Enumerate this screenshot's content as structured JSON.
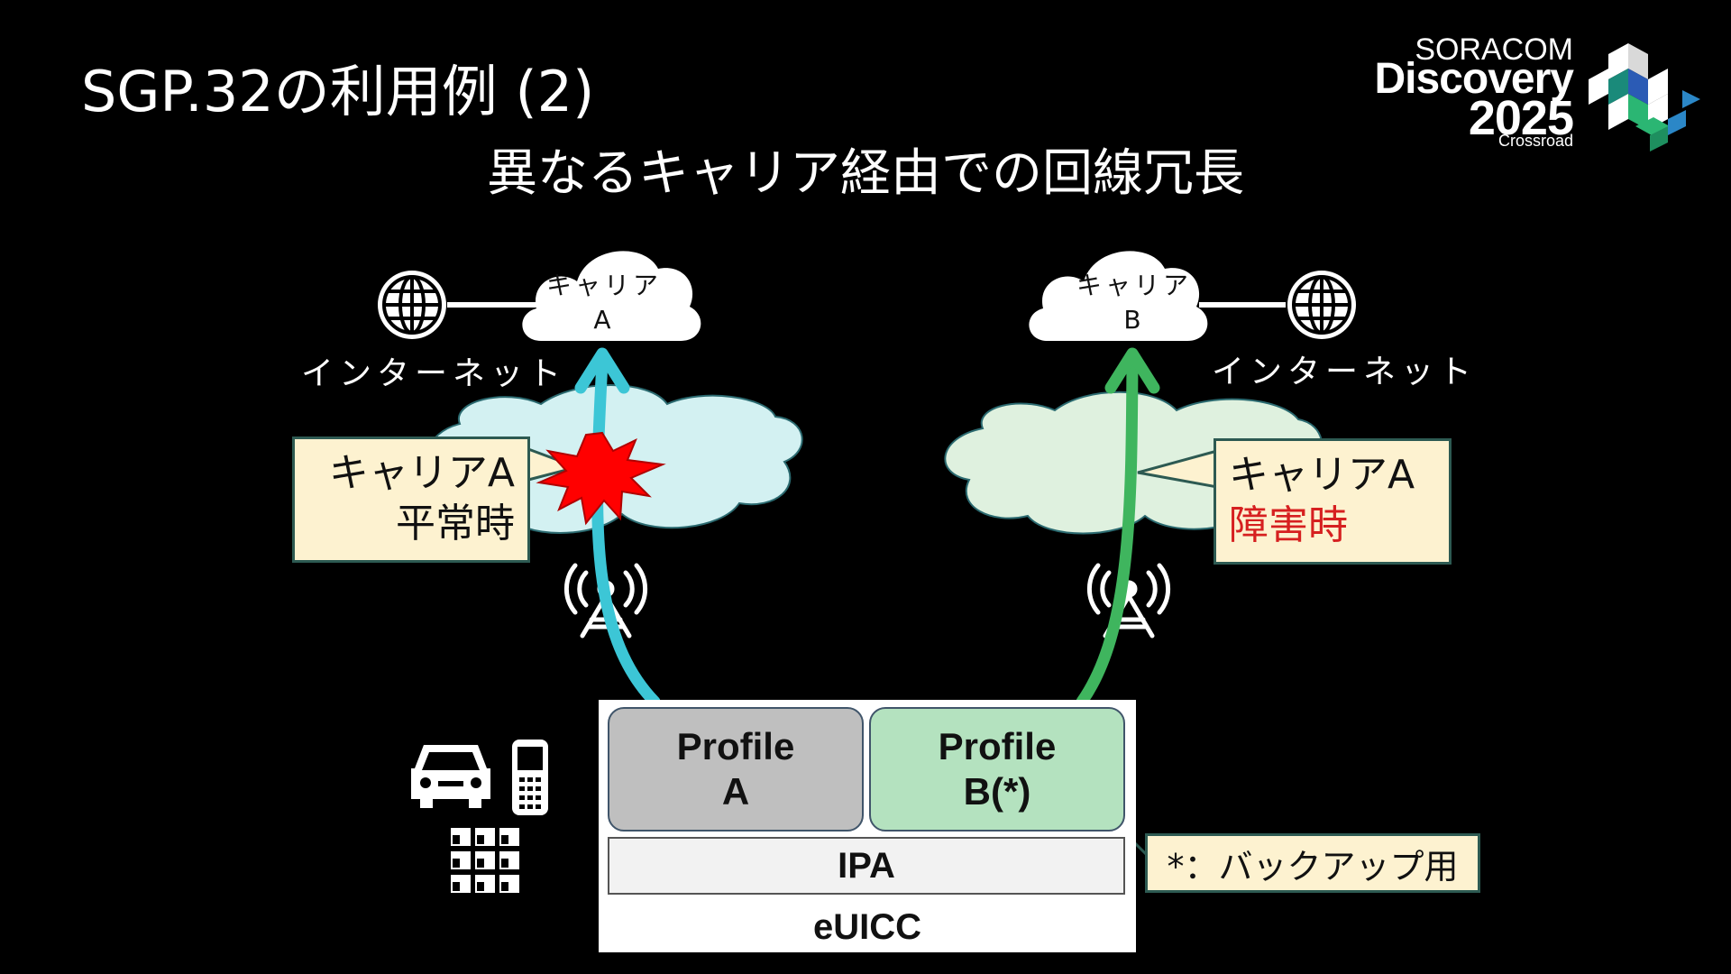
{
  "title": "SGP.32の利用例 (2)",
  "subtitle": "異なるキャリア経由での回線冗長",
  "logo": {
    "line1": "SORACOM",
    "line2": "Discovery",
    "line3": "2025",
    "line4": "Crossroad"
  },
  "left": {
    "internet_label": "インターネット",
    "cloud_label_line1": "キャリア",
    "cloud_label_line2": "A",
    "callout_line1": "キャリアA",
    "callout_line2": "平常時",
    "arrow_color": "#3cc6d6",
    "network_color": "#d3f1f2"
  },
  "right": {
    "internet_label": "インターネット",
    "cloud_label_line1": "キャリア",
    "cloud_label_line2": "B",
    "callout_line1": "キャリアA",
    "callout_line2": "障害時",
    "callout_line2_color": "#d62020",
    "arrow_color": "#3fb55e",
    "network_color": "#dff1df"
  },
  "euicc": {
    "profile_a_line1": "Profile",
    "profile_a_line2": "A",
    "profile_b_line1": "Profile",
    "profile_b_line2": "B(*)",
    "ipa": "IPA",
    "euicc": "eUICC",
    "profile_a_color": "#bfbfbf",
    "profile_b_color": "#b4e2bf"
  },
  "note": "*：バックアップ用",
  "icons": [
    "globe-icon",
    "cloud-icon",
    "cell-tower-icon",
    "explosion-icon",
    "car-icon",
    "handheld-terminal-icon",
    "building-icon"
  ]
}
